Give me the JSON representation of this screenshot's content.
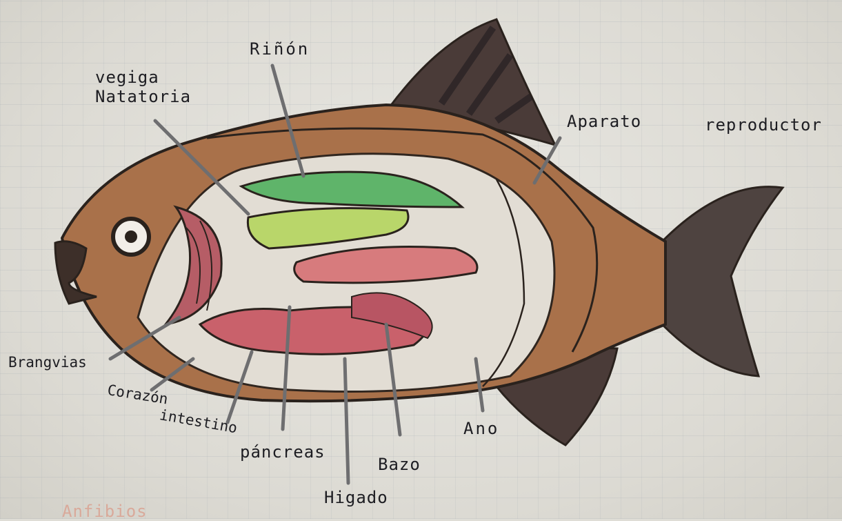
{
  "labels": {
    "rinon": "Riñón",
    "vejiga": "vegiga\nNatatoria",
    "aparato": "Aparato",
    "reproductor": "reproductor",
    "branquias": "Brangvias",
    "corazon": "Corazón",
    "intestino": "intestino",
    "pancreas": "páncreas",
    "higado": "Higado",
    "bazo": "Bazo",
    "ano": "Ano",
    "cut_off_text": "Anfibios"
  },
  "colors": {
    "body": "#a9714a",
    "outline": "#2a221d",
    "fins": "#4a3b38",
    "belly": "#e6e3dc",
    "swim_bladder": "#5fb46a",
    "kidney": "#b9d66a",
    "intestine": "#c9616b",
    "gills": "#b65d66"
  }
}
